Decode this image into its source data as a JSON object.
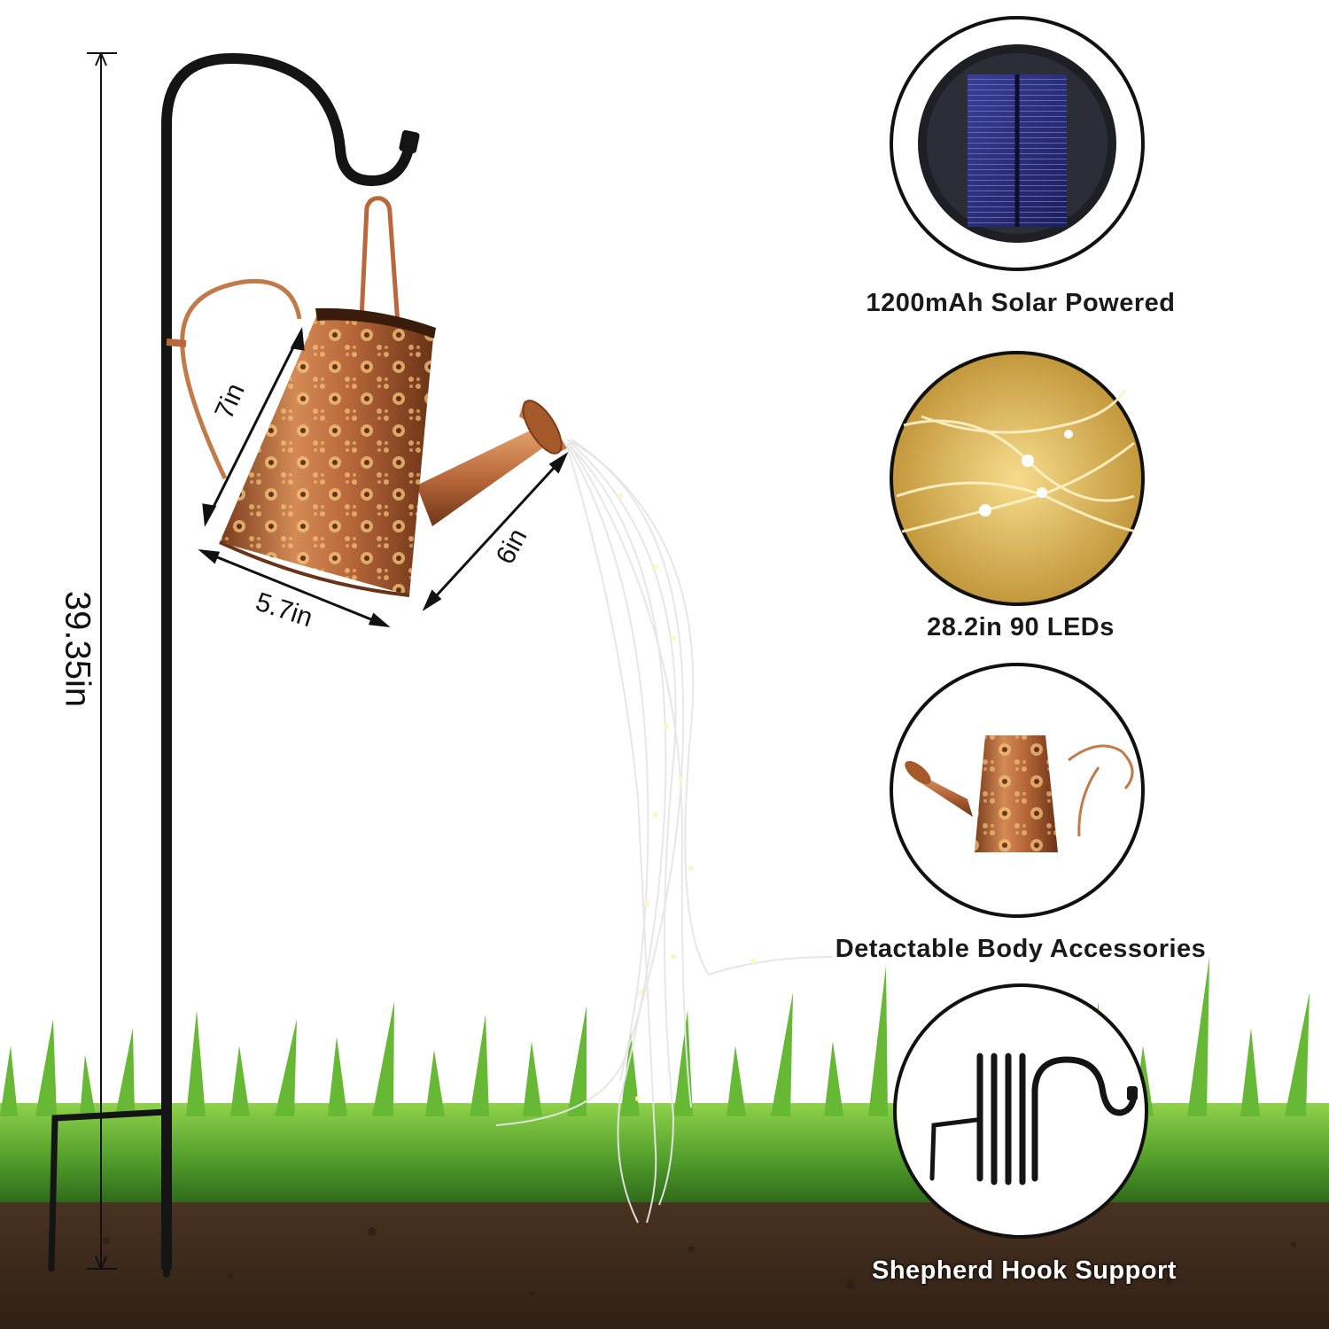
{
  "dimensions": {
    "height": "39.35in",
    "can_height": "7in",
    "can_width": "5.7in",
    "spout_length": "6in"
  },
  "features": [
    {
      "label": "1200mAh Solar Powered",
      "icon": "solar-panel-icon"
    },
    {
      "label": "28.2in 90 LEDs",
      "icon": "led-string-icon"
    },
    {
      "label": "Detactable Body Accessories",
      "icon": "watering-can-icon"
    },
    {
      "label": "Shepherd Hook Support",
      "icon": "shepherd-hook-icon"
    }
  ],
  "colors": {
    "copper": "#b8683a",
    "hook": "#1a1a1a",
    "grass": "#5aa832",
    "soil": "#3d2a1c",
    "led_glow": "#f2d37a"
  }
}
